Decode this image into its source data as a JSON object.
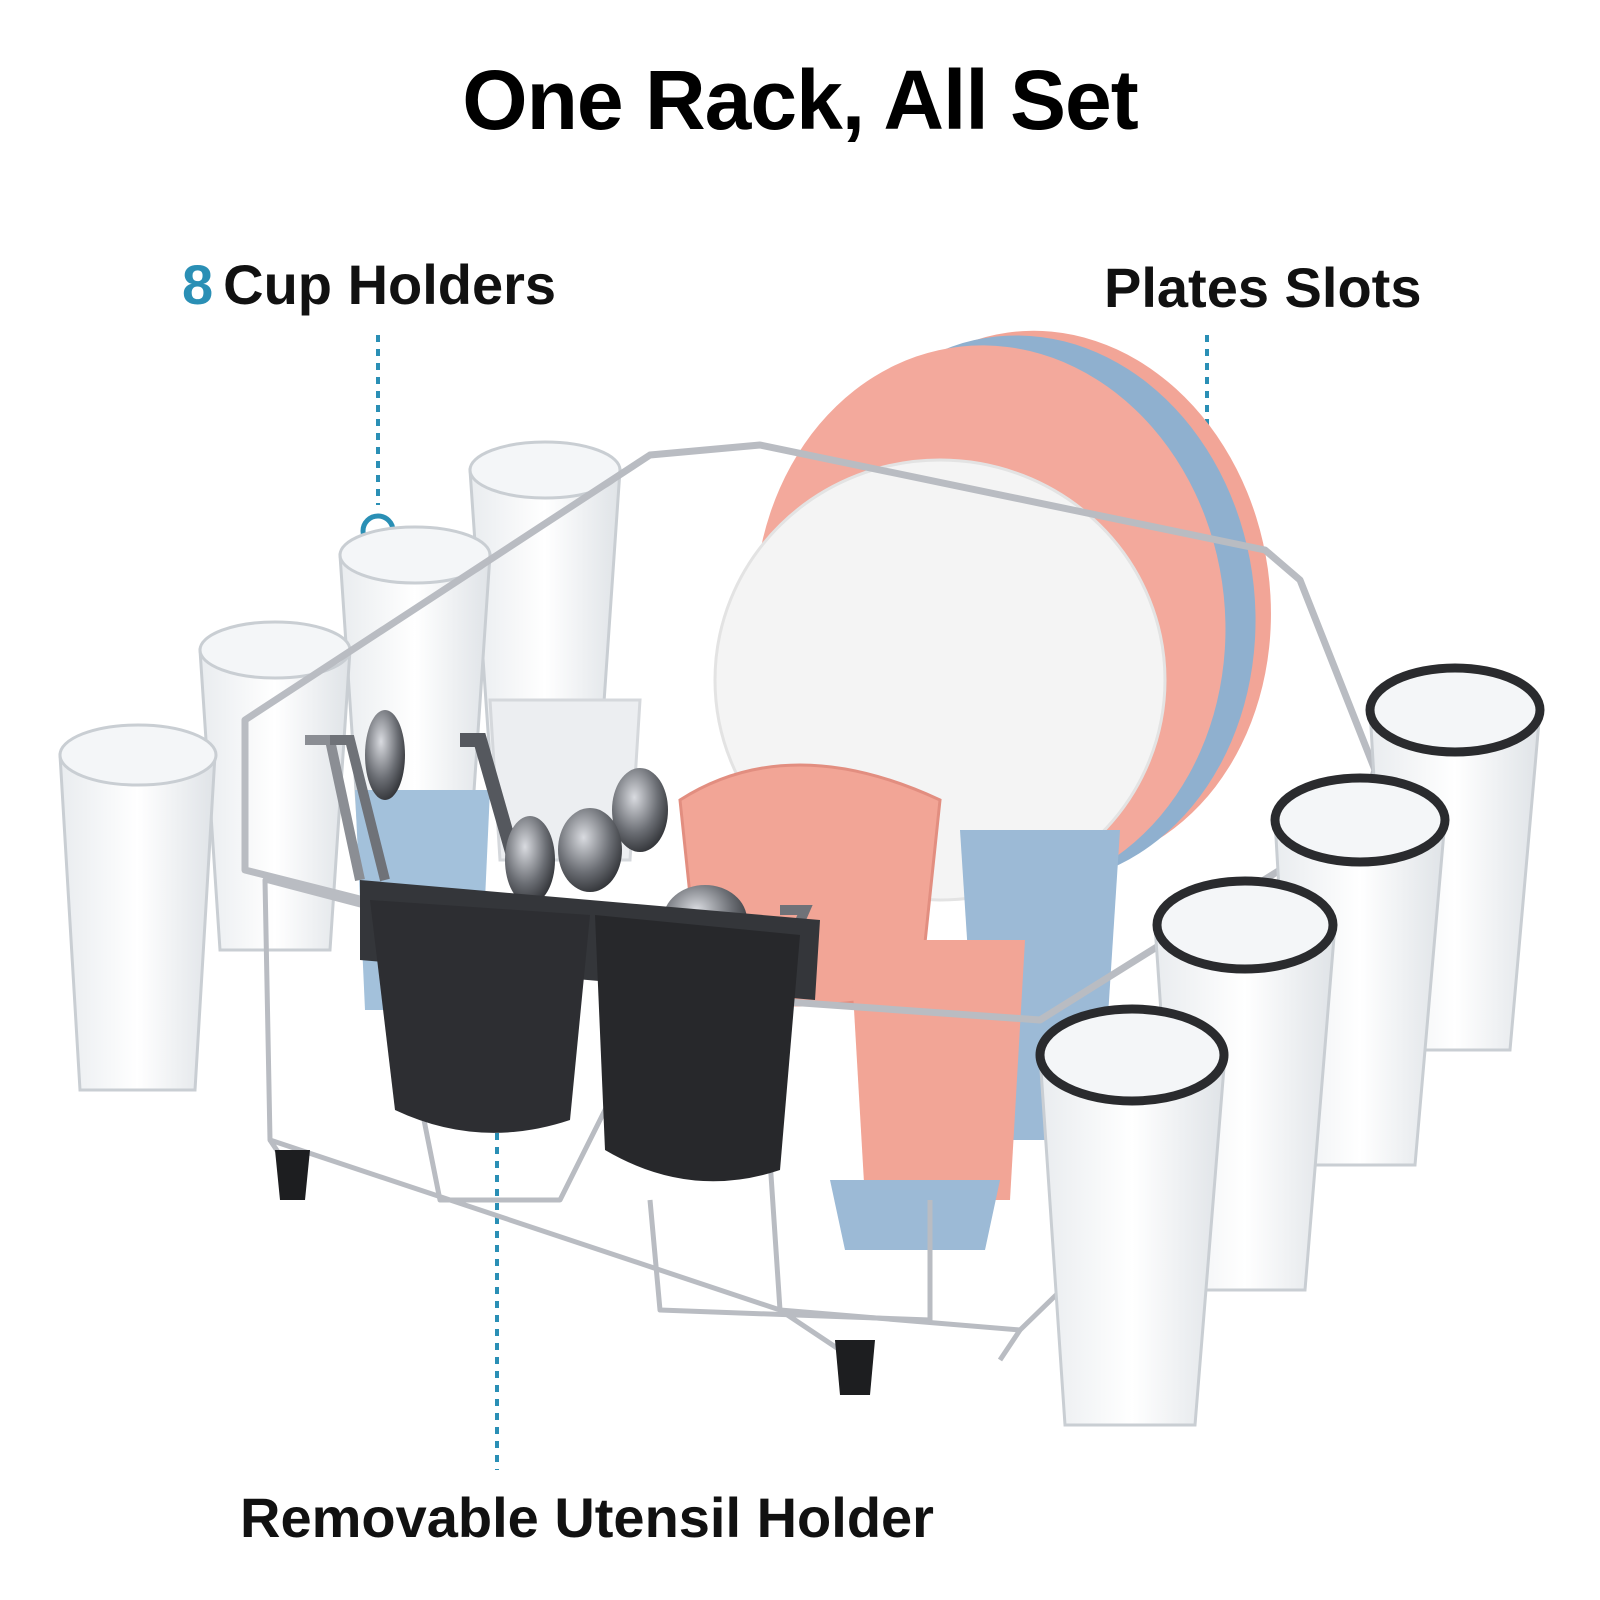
{
  "title": "One Rack, All Set",
  "callouts": {
    "cups_count": "8",
    "cups_label": "Cup Holders",
    "plates_label": "Plates Slots",
    "utensil_label": "Removable Utensil Holder"
  },
  "colors": {
    "accent": "#2a8fb5",
    "text": "#111111",
    "pink": "#f3a69a",
    "blue": "#8fb3d1",
    "steel": "#b9bcc2",
    "black_caddy": "#2c2d30"
  }
}
